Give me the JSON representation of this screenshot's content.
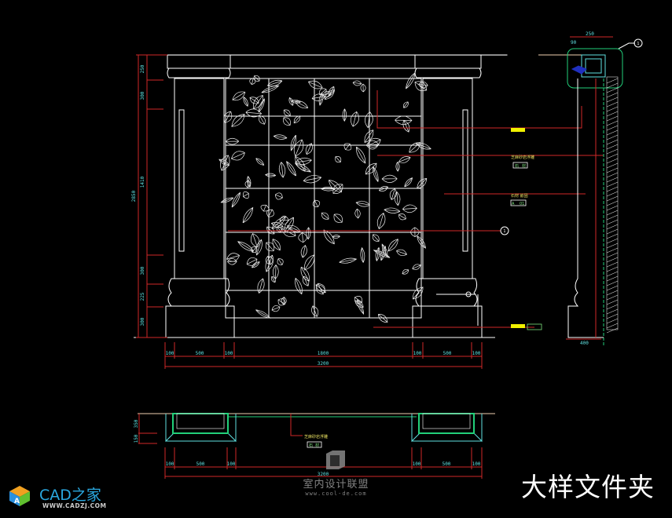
{
  "elevation": {
    "vertical_dims": [
      "250",
      "300",
      "1410",
      "300",
      "225",
      "300"
    ],
    "vertical_total": "2850",
    "horizontal_dims": [
      "100",
      "500",
      "100",
      "1800",
      "100",
      "500",
      "100"
    ],
    "horizontal_total": "3200"
  },
  "callouts": [
    {
      "label": "芝麻砂岩浮雕",
      "tag_left": "石",
      "tag_right": "材"
    },
    {
      "label": "石材 嵌固",
      "tag_left": "A",
      "tag_right": "01"
    }
  ],
  "section": {
    "top_dims": [
      "90",
      "250"
    ],
    "bottom_dim": "400",
    "marker": "1"
  },
  "elevation_marker": "1",
  "plan": {
    "vertical_dims": [
      "350",
      "150"
    ],
    "left_dims": [
      "100",
      "500",
      "100"
    ],
    "right_dims": [
      "100",
      "500",
      "100"
    ],
    "total": "3200",
    "callout": {
      "label": "芝麻砂岩浮雕",
      "tag_left": "石",
      "tag_right": "材"
    }
  },
  "title": "大样文件夹",
  "logo": {
    "name": "CAD之家",
    "url": "WWW.CADZJ.COM",
    "cube_letter": "A"
  },
  "watermark": {
    "name": "室内设计联盟",
    "url": "www.cool-de.com"
  },
  "colors": {
    "dim_line": "#d02828",
    "dim_text": "#5fe0e0",
    "outline": "#ffffff",
    "green": "#22d07a",
    "label": "#e8e060"
  }
}
